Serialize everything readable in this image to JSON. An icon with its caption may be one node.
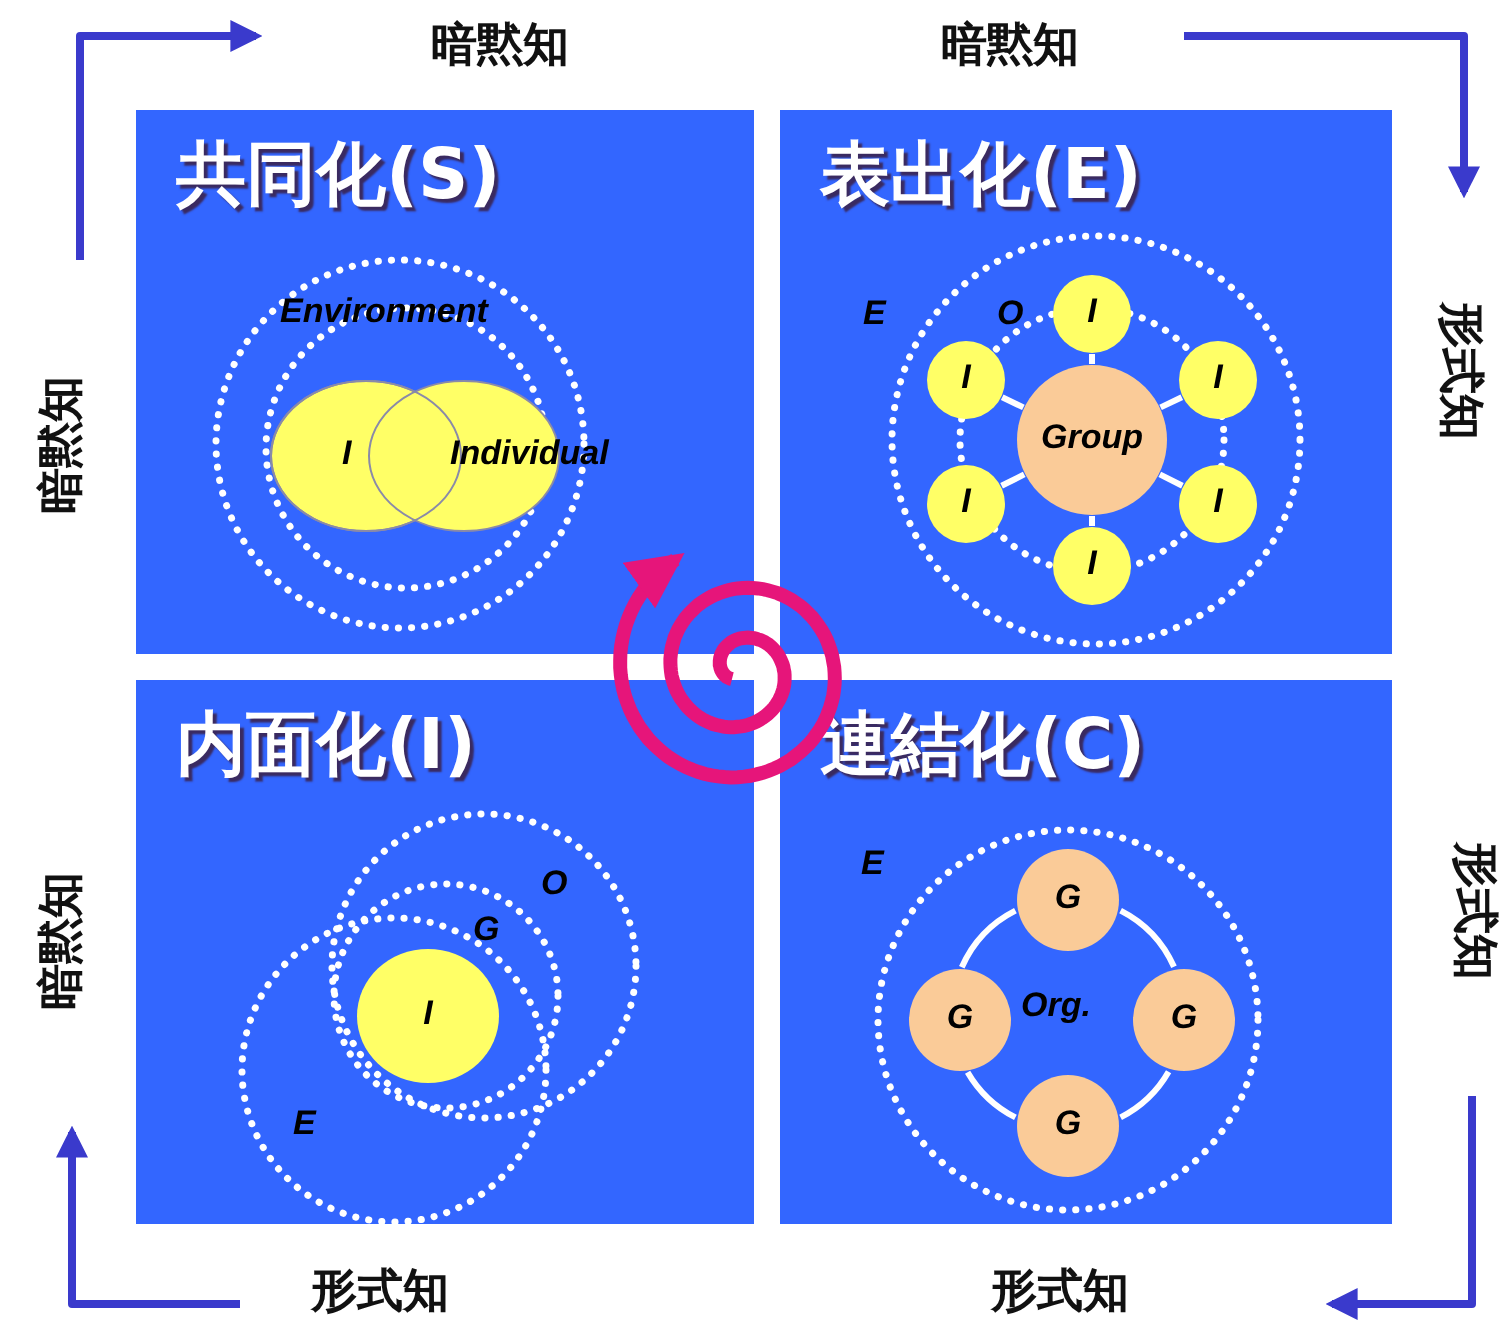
{
  "diagram": {
    "nodes": [
      {
        "text": [
          "共同化(S)"
        ]
      },
      {
        "text": [
          "I"
        ],
        "in": 0
      },
      {
        "text": [
          "Individual"
        ],
        "in": 0
      },
      {
        "text": [
          "表出化(E)"
        ]
      },
      {
        "text": [
          "I"
        ],
        "in": 3
      },
      {
        "text": [
          "I"
        ],
        "in": 3
      },
      {
        "text": [
          "I"
        ],
        "in": 3
      },
      {
        "text": [
          "Group"
        ],
        "in": 3
      },
      {
        "text": [
          "I"
        ],
        "in": 3
      },
      {
        "text": [
          "I"
        ],
        "in": 3
      },
      {
        "text": [
          "I"
        ],
        "in": 3
      },
      {
        "text": [
          "内面化(I)"
        ]
      },
      {
        "text": [
          "I"
        ],
        "in": 11
      },
      {
        "text": [
          "連結化(C)"
        ]
      },
      {
        "text": [
          "G"
        ],
        "in": 13
      },
      {
        "text": [
          "G"
        ],
        "in": 13
      },
      {
        "text": [
          "G"
        ],
        "in": 13
      },
      {
        "text": [
          "G"
        ],
        "in": 13
      }
    ],
    "edges": [
      {
        "from": 7,
        "to": 4,
        "arrow": "none"
      },
      {
        "from": 7,
        "to": 5,
        "arrow": "none"
      },
      {
        "from": 7,
        "to": 6,
        "arrow": "none"
      },
      {
        "from": 7,
        "to": 8,
        "arrow": "none"
      },
      {
        "from": 7,
        "to": 9,
        "arrow": "none"
      },
      {
        "from": 7,
        "to": 10,
        "arrow": "none"
      },
      {
        "from": 14,
        "to": 15,
        "arrow": "none"
      },
      {
        "from": 14,
        "to": 16,
        "arrow": "none"
      },
      {
        "from": 15,
        "to": 17,
        "arrow": "none"
      },
      {
        "from": 16,
        "to": 17,
        "arrow": "none"
      }
    ],
    "labels": [
      "暗黙知",
      "暗黙知",
      "暗黙知",
      "Environment",
      "E",
      "O",
      "形式知",
      "O",
      "G",
      "E",
      "暗黙知",
      "形式知",
      "Org.",
      "E",
      "形式知",
      "形式知"
    ]
  }
}
